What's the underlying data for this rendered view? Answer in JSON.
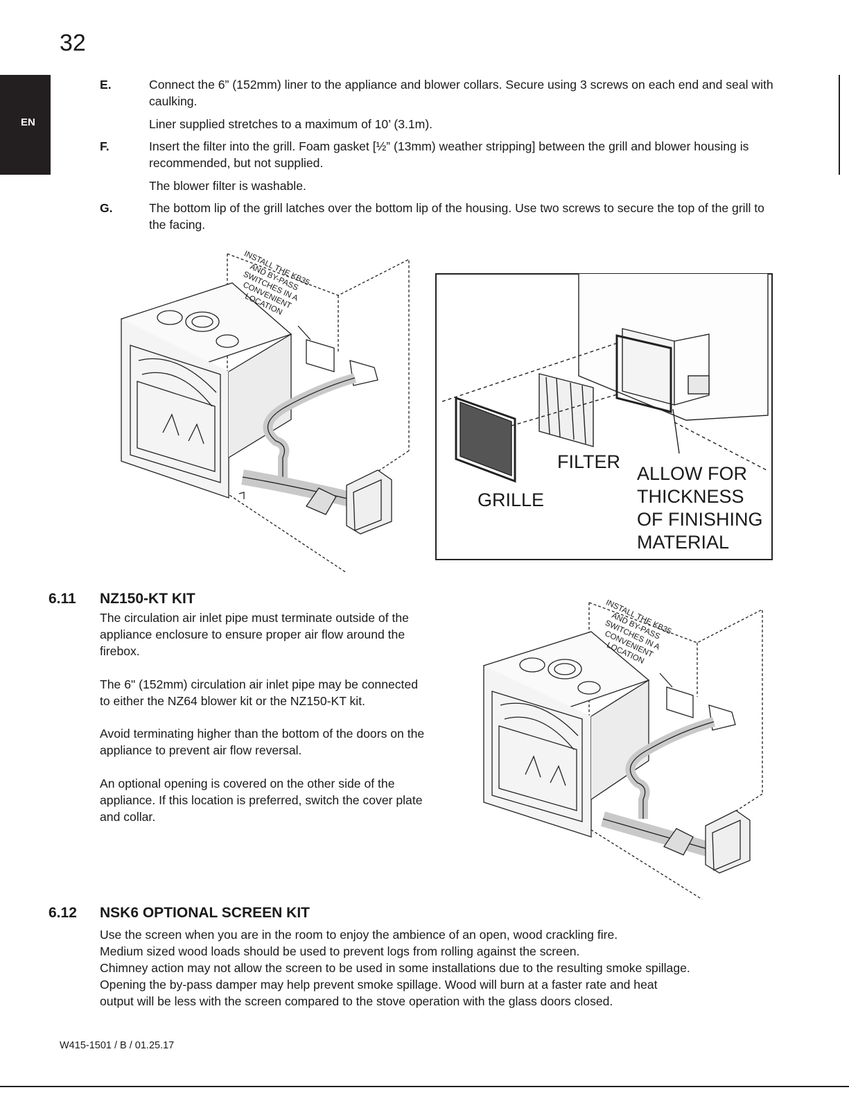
{
  "page_number": "32",
  "language_tab": "EN",
  "steps": [
    {
      "letter": "E.",
      "text": "Connect the 6” (152mm) liner to the appliance and blower collars. Secure using 3 screws on each end and seal with caulking.",
      "note": "Liner supplied stretches to a maximum of 10’ (3.1m)."
    },
    {
      "letter": "F.",
      "text": "Insert the filter into the grill. Foam gasket [½” (13mm) weather stripping] between the grill and blower housing is recommended, but not supplied.",
      "note": "The blower filter is washable."
    },
    {
      "letter": "G.",
      "text": "The bottom lip of the grill latches over the bottom lip of the housing. Use two screws to secure the top of the grill to the facing."
    }
  ],
  "figures": {
    "install_note_lines": [
      "INSTALL THE KB35",
      "AND BY-PASS",
      "SWITCHES IN A",
      "CONVENIENT",
      "LOCATION"
    ],
    "filter_label": "FILTER",
    "grille_label": "GRILLE",
    "allow_lines": [
      "ALLOW FOR",
      "THICKNESS",
      "OF FINISHING",
      "MATERIAL"
    ]
  },
  "section_611": {
    "number": "6.11",
    "title": "NZ150-KT KIT",
    "paragraphs": [
      [
        "The circulation air inlet pipe must terminate outside of the",
        "appliance enclosure to ensure proper air flow around the",
        "firebox."
      ],
      [
        "The 6\" (152mm) circulation air inlet pipe may be connected",
        "to either the NZ64 blower kit or the NZ150-KT kit."
      ],
      [
        "Avoid terminating higher than the bottom of the doors on the",
        "appliance to prevent air flow reversal."
      ],
      [
        "An optional opening is covered on the other side of the",
        "appliance. If this location is preferred, switch the cover plate",
        "and collar."
      ]
    ]
  },
  "section_612": {
    "number": "6.12",
    "title": "NSK6 OPTIONAL SCREEN KIT",
    "lines": [
      "Use the screen when you are in the room to enjoy the ambience of an open, wood crackling fire.",
      "Medium sized wood loads should be used to prevent logs from rolling against the screen.",
      "Chimney action may not allow the screen to be used in some installations due to the resulting smoke spillage.",
      "Opening the by-pass damper  may help prevent smoke spillage. Wood will burn at a faster rate and heat",
      "output will be less with the screen compared to the stove operation with the glass doors closed."
    ]
  },
  "footer": "W415-1501 / B / 01.25.17"
}
